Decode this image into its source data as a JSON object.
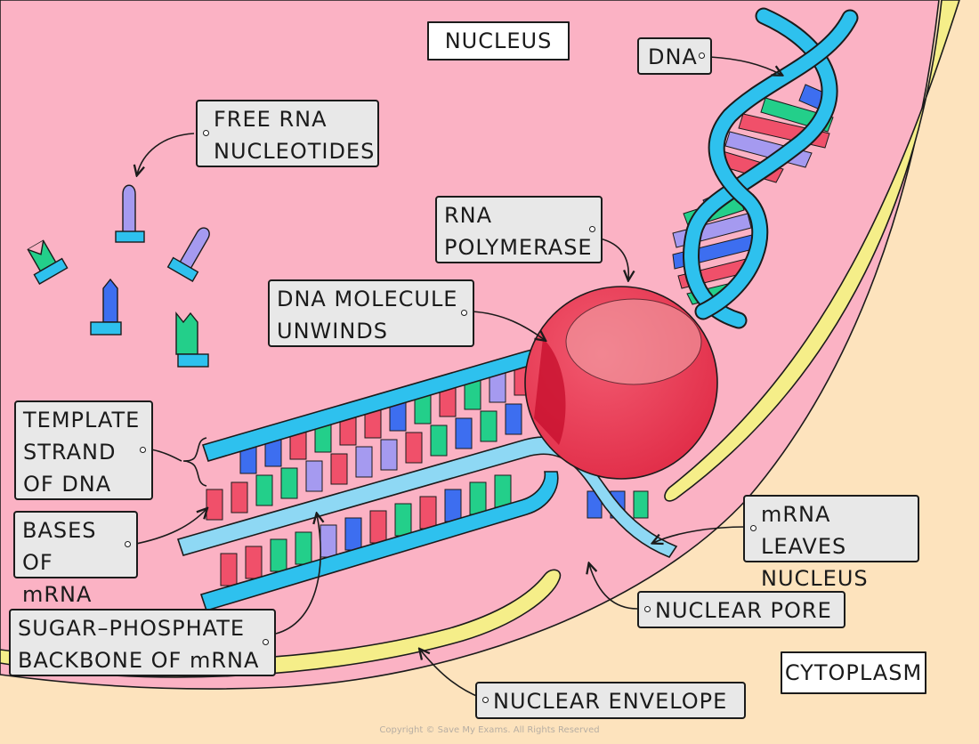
{
  "regions": {
    "nucleus": "NUCLEUS",
    "cytoplasm": "CYTOPLASM"
  },
  "labels": {
    "dna": "DNA",
    "free_rna_nucleotides": "FREE RNA\nNUCLEOTIDES",
    "rna_polymerase": "RNA\nPOLYMERASE",
    "dna_unwinds": "DNA MOLECULE\nUNWINDS",
    "template_strand": "TEMPLATE\nSTRAND\nOF DNA",
    "bases_mrna": "BASES\nOF mRNA",
    "sugar_phosphate": "SUGAR–PHOSPHATE\nBACKBONE OF mRNA",
    "mrna_leaves": "mRNA LEAVES\nNUCLEUS",
    "nuclear_pore": "NUCLEAR PORE",
    "nuclear_envelope": "NUCLEAR ENVELOPE"
  },
  "copyright": "Copyright © Save My Exams. All Rights Reserved",
  "colors": {
    "nucleus": "#fbb2c4",
    "cytoplasm": "#fde3bd",
    "envelope": "#f5ee89",
    "backbone": "#2ec1ee",
    "polymerase": "#ea3b55",
    "base_red": "#f0506a",
    "base_green": "#23cf8a",
    "base_blue": "#3d6ef0",
    "base_lilac": "#a59af0"
  }
}
